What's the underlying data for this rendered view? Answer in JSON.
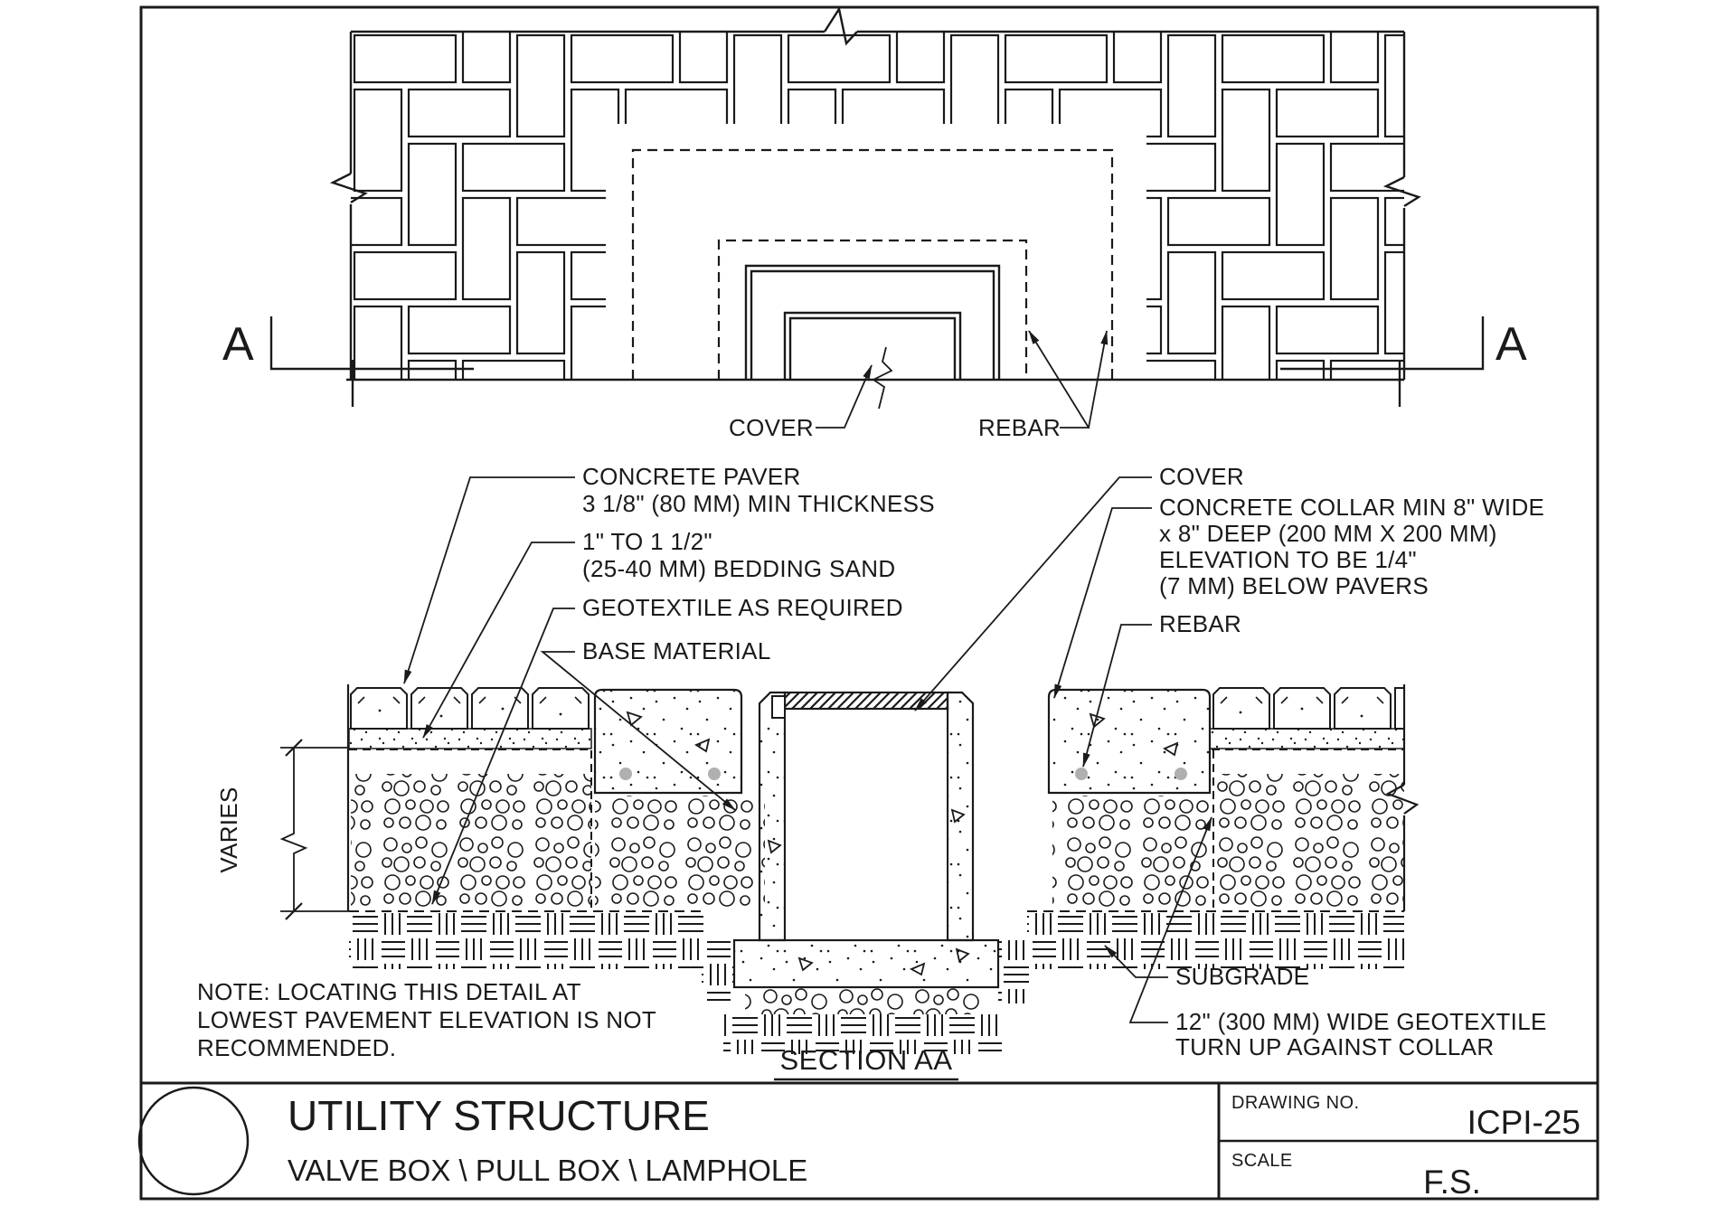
{
  "colors": {
    "line": "#1a1a1a",
    "rebar_dot": "#b0b0b0",
    "background": "#ffffff"
  },
  "plan": {
    "marker_left": "A",
    "marker_right": "A",
    "cover_label": "COVER",
    "rebar_label": "REBAR"
  },
  "section": {
    "title": "SECTION AA",
    "varies_label": "VARIES",
    "callouts_left": [
      {
        "lines": [
          "CONCRETE PAVER",
          "3 1/8\" (80 MM) MIN THICKNESS"
        ]
      },
      {
        "lines": [
          "1\" TO 1 1/2\"",
          "(25-40 MM) BEDDING SAND"
        ]
      },
      {
        "lines": [
          "GEOTEXTILE AS REQUIRED"
        ]
      },
      {
        "lines": [
          "BASE MATERIAL"
        ]
      }
    ],
    "callouts_right": [
      {
        "lines": [
          "COVER"
        ]
      },
      {
        "lines": [
          "CONCRETE COLLAR MIN 8\" WIDE",
          "x 8\" DEEP (200 MM X 200 MM)",
          "ELEVATION TO BE 1/4\"",
          "(7 MM) BELOW PAVERS"
        ]
      },
      {
        "lines": [
          "REBAR"
        ]
      },
      {
        "lines": [
          "SUBGRADE"
        ]
      },
      {
        "lines": [
          "12\" (300 MM) WIDE GEOTEXTILE",
          "TURN UP AGAINST COLLAR"
        ]
      }
    ],
    "note_lines": [
      "NOTE: LOCATING THIS DETAIL AT",
      "LOWEST PAVEMENT ELEVATION IS NOT",
      "RECOMMENDED."
    ]
  },
  "title_block": {
    "title": "UTILITY STRUCTURE",
    "subtitle": "VALVE BOX \\ PULL BOX \\ LAMPHOLE",
    "drawing_no_label": "DRAWING NO.",
    "drawing_no_value": "ICPI-25",
    "scale_label": "SCALE",
    "scale_value": "F.S."
  }
}
